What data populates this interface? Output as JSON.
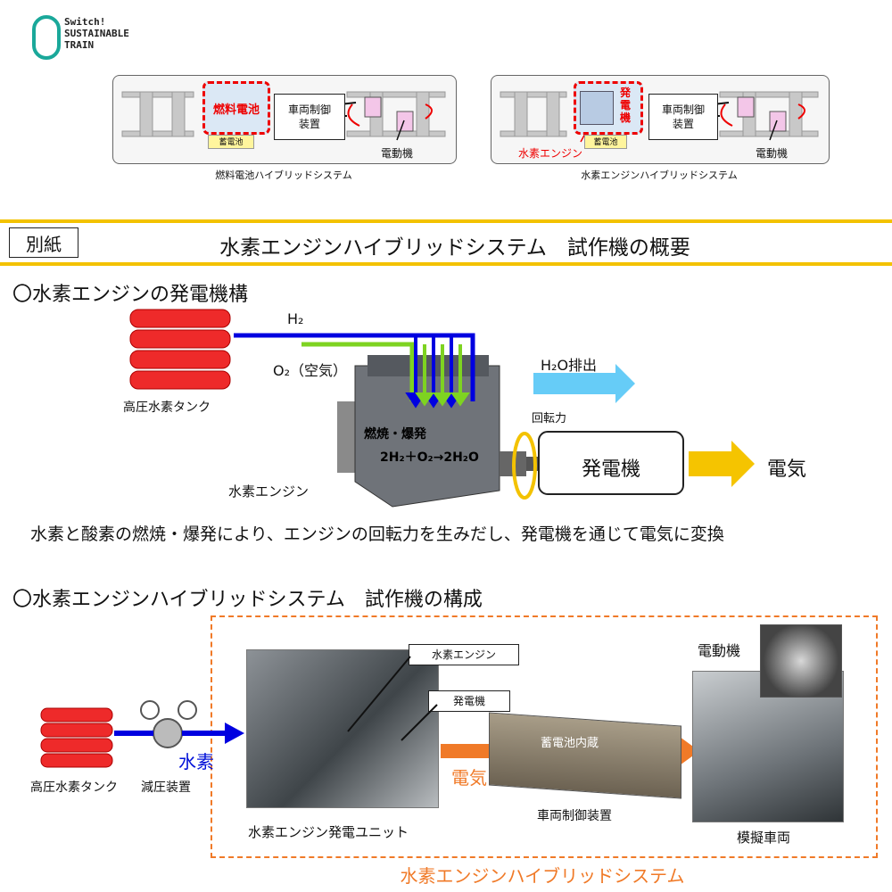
{
  "logo": {
    "line1": "Switch!",
    "line2": "SUSTAINABLE",
    "line3": "TRAIN"
  },
  "top_diagrams": [
    {
      "caption": "燃料電池ハイブリッドシステム",
      "power_source": "燃料電池",
      "battery": "蓄電池",
      "controller": "車両制御\n装置",
      "motor": "電動機"
    },
    {
      "caption": "水素エンジンハイブリッドシステム",
      "power_source": "発電機",
      "engine_label": "水素エンジン",
      "battery": "蓄電池",
      "controller": "車両制御\n装置",
      "motor": "電動機"
    }
  ],
  "banner": {
    "tag": "別紙",
    "title": "水素エンジンハイブリッドシステム　試作機の概要"
  },
  "section1": {
    "heading": "〇水素エンジンの発電機構",
    "h2": "H₂",
    "o2": "O₂（空気）",
    "h2o_exhaust": "H₂O排出",
    "rotation": "回転力",
    "combustion": "燃焼・爆発",
    "reaction": "2H₂＋O₂→2H₂O",
    "generator": "発電機",
    "electricity": "電気",
    "tank": "高圧水素タンク",
    "engine": "水素エンジン",
    "description": "水素と酸素の燃焼・爆発により、エンジンの回転力を生みだし、発電機を通じて電気に変換"
  },
  "section2": {
    "heading": "〇水素エンジンハイブリッドシステム　試作機の構成",
    "tank": "高圧水素タンク",
    "regulator": "減圧装置",
    "hydrogen": "水素",
    "callout_engine": "水素エンジン",
    "callout_generator": "発電機",
    "unit": "水素エンジン発電ユニット",
    "electricity": "電気",
    "battery_inside": "蓄電池内蔵",
    "controller": "車両制御装置",
    "motor": "電動機",
    "vehicle": "模擬車両",
    "system": "水素エンジンハイブリッドシステム"
  },
  "colors": {
    "accent_gold": "#f3c200",
    "red": "#e00000",
    "orange": "#f07a28",
    "blue": "#0010d8",
    "green": "#7ed321",
    "sky": "#5bc8f5"
  }
}
